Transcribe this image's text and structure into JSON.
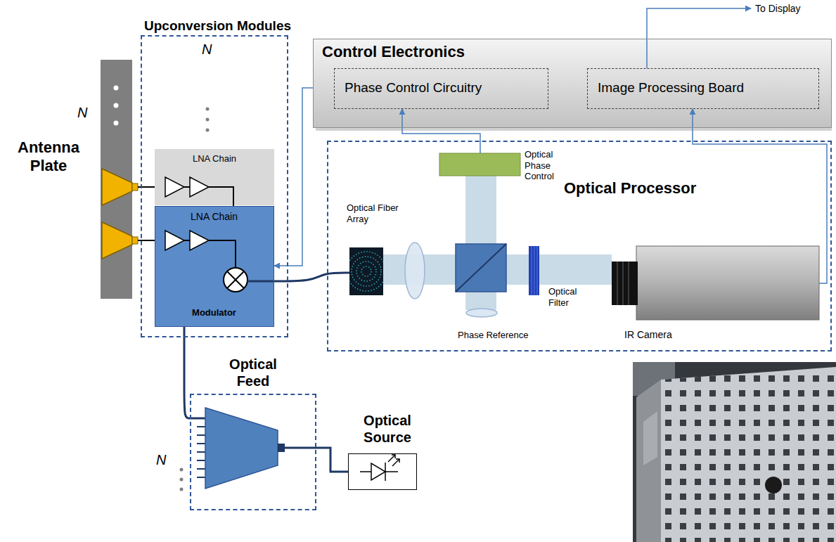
{
  "diagram": {
    "nodes": [
      {
        "text": [
          "Upconversion Modules"
        ]
      },
      {
        "text": [
          "Antenna Plate"
        ]
      },
      {
        "text": [
          "LNA Chain"
        ],
        "in": 0
      },
      {
        "text": [
          "LNA Chain",
          "Modulator"
        ],
        "in": 0
      },
      {
        "text": [
          "Control Electronics"
        ]
      },
      {
        "text": [
          "Phase Control Circuitry"
        ],
        "in": 4
      },
      {
        "text": [
          "Image Processing Board"
        ],
        "in": 4
      },
      {
        "text": [
          "Optical Processor"
        ]
      },
      {
        "text": [
          "Optical Fiber Array"
        ],
        "in": 7
      },
      {
        "text": [
          "Optical Phase Control"
        ],
        "in": 7
      },
      {
        "text": [
          "Phase Reference"
        ],
        "in": 7
      },
      {
        "text": [
          "Optical Filter"
        ],
        "in": 7
      },
      {
        "text": [
          "IR Camera"
        ],
        "in": 7
      },
      {
        "text": [
          "Optical Feed"
        ]
      },
      {
        "text": [
          "Optical Source"
        ]
      }
    ],
    "edges": [
      {
        "from": 4,
        "to": 3,
        "arrow": "to"
      },
      {
        "from": 9,
        "to": 5,
        "arrow": "to"
      },
      {
        "from": 12,
        "to": 6,
        "arrow": "to"
      },
      {
        "from": 3,
        "to": 8,
        "arrow": "none"
      },
      {
        "from": 13,
        "to": 3,
        "arrow": "none"
      },
      {
        "from": 14,
        "to": 13,
        "arrow": "none"
      }
    ],
    "labels": [
      "N",
      "N",
      "N",
      "To Display"
    ]
  }
}
